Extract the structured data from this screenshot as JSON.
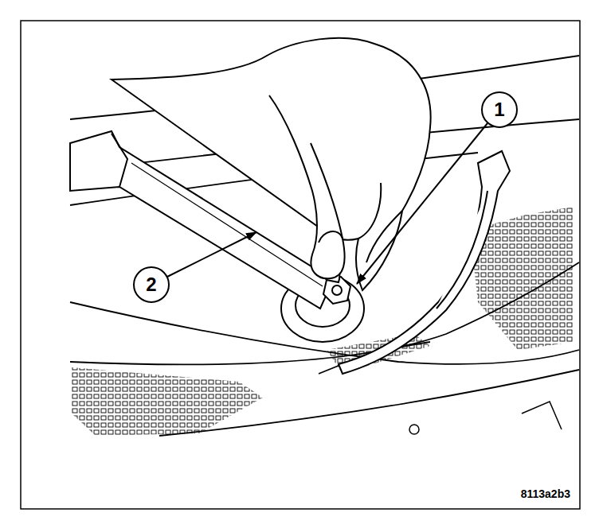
{
  "diagram": {
    "labels": [
      "1",
      "2",
      "8113a2b3"
    ]
  }
}
